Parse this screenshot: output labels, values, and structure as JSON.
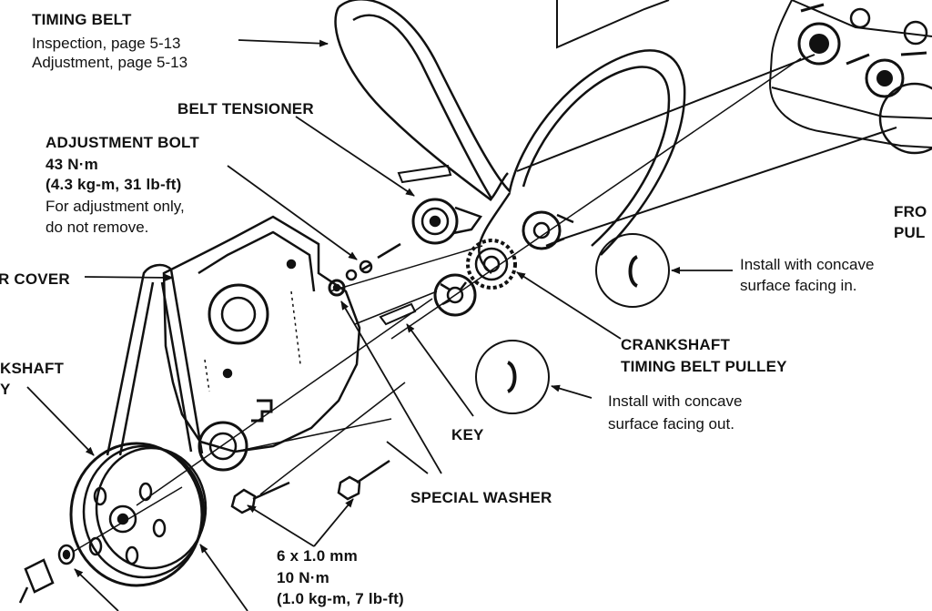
{
  "labels": {
    "timing_belt": {
      "title": "TIMING BELT",
      "line1": "Inspection, page 5-13",
      "line2": "Adjustment, page 5-13"
    },
    "belt_tensioner": "BELT TENSIONER",
    "adjustment_bolt": {
      "title": "ADJUSTMENT BOLT",
      "torque": "43 N·m",
      "torque_alt": "(4.3 kg-m, 31 lb-ft)",
      "note1": "For adjustment only,",
      "note2": "do not remove."
    },
    "cover_partial": "R COVER",
    "crankshaft_partial_1": "KSHAFT",
    "crankshaft_partial_2": "Y",
    "front_partial": "FRO",
    "pulley_partial": "PUL",
    "install_in": {
      "line1": "Install with concave",
      "line2": "surface facing in."
    },
    "crankshaft_pulley": {
      "line1": "CRANKSHAFT",
      "line2": "TIMING BELT PULLEY"
    },
    "install_out": {
      "line1": "Install with concave",
      "line2": "surface facing out."
    },
    "key": "KEY",
    "special_washer": "SPECIAL WASHER",
    "bolt_spec": {
      "size": "6 x 1.0 mm",
      "torque": "10 N·m",
      "torque_alt": "(1.0 kg-m, 7 lb-ft)"
    }
  }
}
